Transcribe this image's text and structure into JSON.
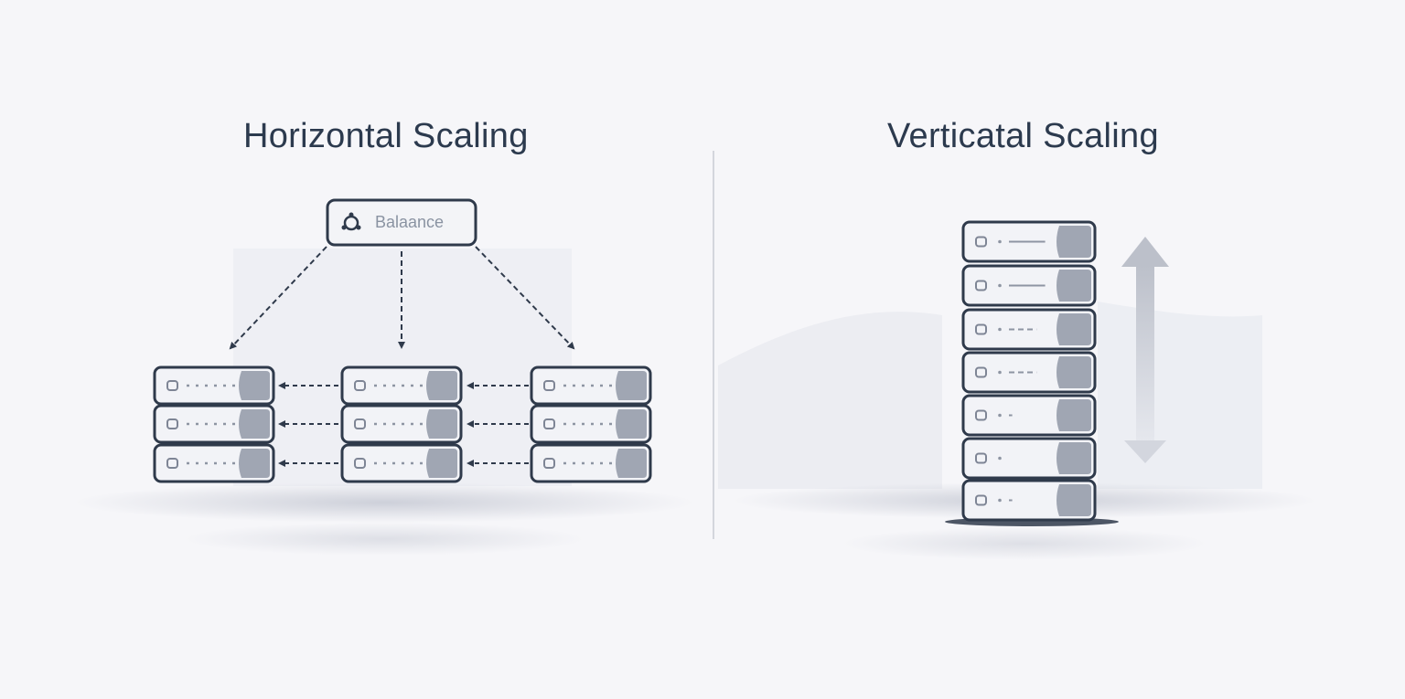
{
  "sections": {
    "horizontal": {
      "title": "Horizontal Scaling",
      "balancer_label": "Balaance",
      "balancer_icon": "gear-network-icon"
    },
    "vertical": {
      "title": "Verticatal  Scaling",
      "arrow_icon": "double-arrow-up-down-icon"
    }
  },
  "colors": {
    "background": "#f6f6f9",
    "title": "#2c3a4e",
    "outline": "#2f3a4b",
    "server_face": "#f2f3f7",
    "server_cap": "#a0a6b3",
    "arrow": "#c7cad3"
  }
}
